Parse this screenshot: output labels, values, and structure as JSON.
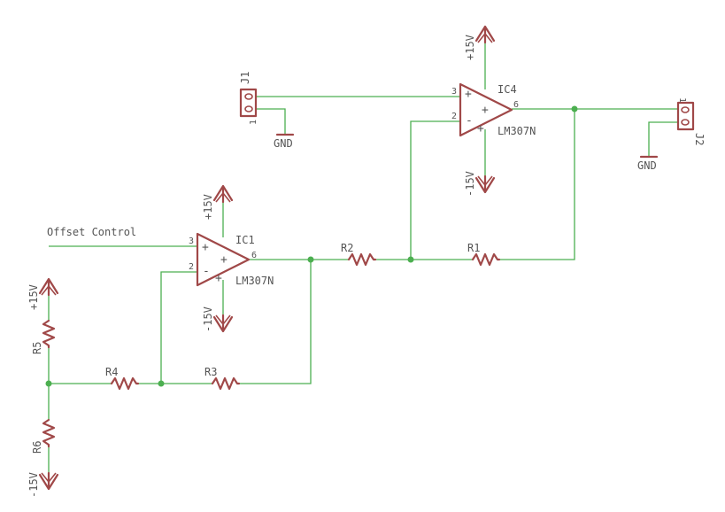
{
  "nets": {
    "offset_control": "Offset Control",
    "gnd_j1": "GND",
    "gnd_j2": "GND"
  },
  "supplies": {
    "ic1_pos": "+15V",
    "ic1_neg": "-15V",
    "ic4_pos": "+15V",
    "ic4_neg": "-15V",
    "r5_pos": "+15V",
    "r6_neg": "-15V"
  },
  "parts": {
    "ic1": {
      "ref": "IC1",
      "value": "LM307N",
      "pin_noninv": "3",
      "pin_inv": "2",
      "pin_out": "6",
      "plus": "+",
      "minus": "-",
      "pin_vplus": "+",
      "pin_vminus": "+"
    },
    "ic4": {
      "ref": "IC4",
      "value": "LM307N",
      "pin_noninv": "3",
      "pin_inv": "2",
      "pin_out": "6",
      "plus": "+",
      "minus": "-",
      "pin_vplus": "+",
      "pin_vminus": "+"
    },
    "r1": {
      "ref": "R1"
    },
    "r2": {
      "ref": "R2"
    },
    "r3": {
      "ref": "R3"
    },
    "r4": {
      "ref": "R4"
    },
    "r5": {
      "ref": "R5"
    },
    "r6": {
      "ref": "R6"
    },
    "j1": {
      "ref": "J1",
      "pin1": "1"
    },
    "j2": {
      "ref": "J2",
      "pin1": "1"
    }
  },
  "colors": {
    "wire": "#4caf50",
    "symbol": "#a04848",
    "text": "#555555"
  }
}
